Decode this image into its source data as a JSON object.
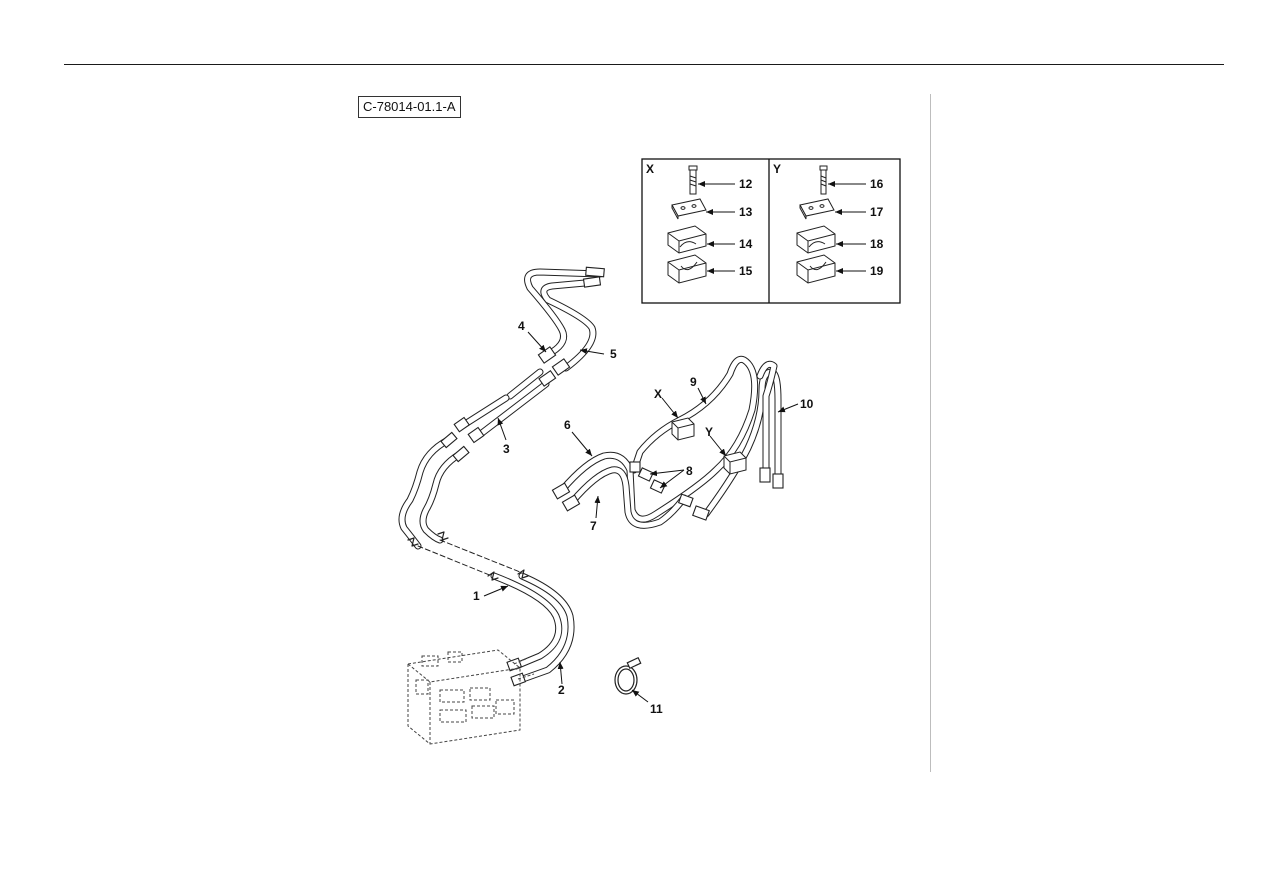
{
  "reference_code": "C-78014-01.1-A",
  "callouts": {
    "c1": "1",
    "c2": "2",
    "c3": "3",
    "c4": "4",
    "c5": "5",
    "c6": "6",
    "c7": "7",
    "c8": "8",
    "c9": "9",
    "c10": "10",
    "c11": "11",
    "c12": "12",
    "c13": "13",
    "c14": "14",
    "c15": "15",
    "c16": "16",
    "c17": "17",
    "c18": "18",
    "c19": "19"
  },
  "details": {
    "x_label": "X",
    "y_label": "Y",
    "x_marker": "X",
    "y_marker": "Y"
  }
}
